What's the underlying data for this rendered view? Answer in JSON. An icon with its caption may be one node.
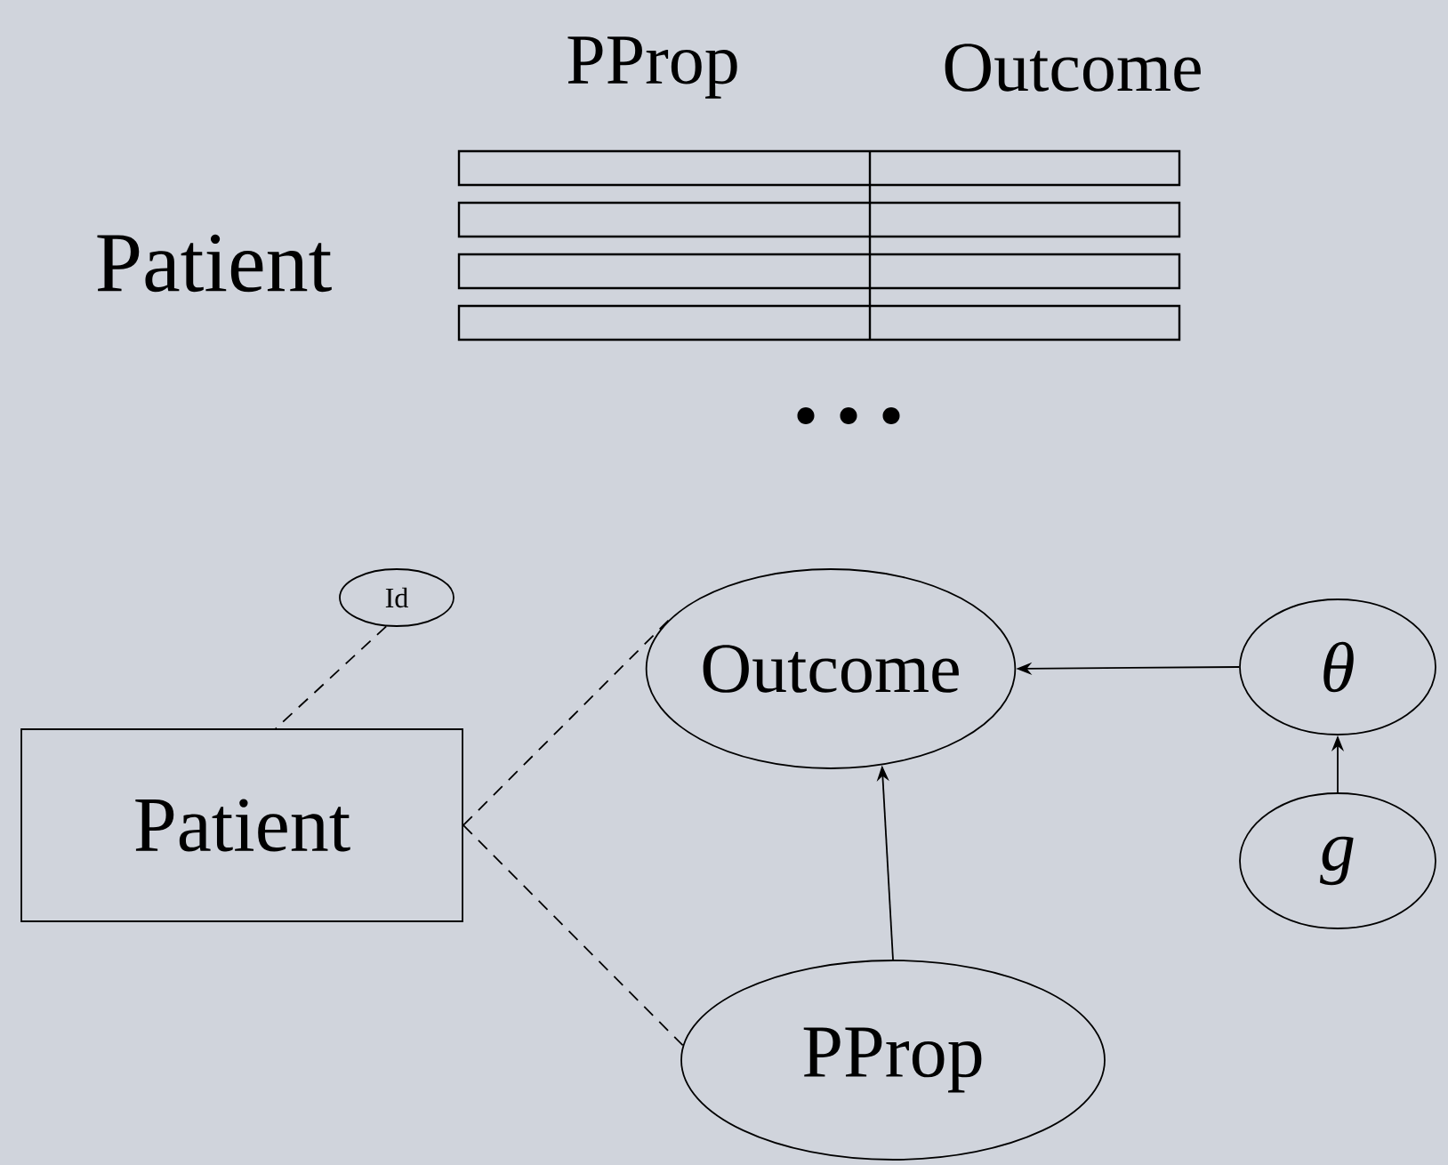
{
  "diagram": {
    "nodes": [
      {
        "text": [
          "Id"
        ]
      },
      {
        "text": [
          "Patient"
        ]
      },
      {
        "text": [
          "Outcome"
        ]
      },
      {
        "text": [
          "θ"
        ]
      },
      {
        "text": [
          "g"
        ]
      },
      {
        "text": [
          "PProp"
        ]
      }
    ],
    "edges": [
      {
        "from": 0,
        "to": 1,
        "arrow": "none",
        "style": "dashed"
      },
      {
        "from": 1,
        "to": 2,
        "arrow": "none",
        "style": "dashed"
      },
      {
        "from": 1,
        "to": 5,
        "arrow": "none",
        "style": "dashed"
      },
      {
        "from": 3,
        "to": 2,
        "arrow": "to"
      },
      {
        "from": 4,
        "to": 3,
        "arrow": "to"
      },
      {
        "from": 5,
        "to": 2,
        "arrow": "to"
      }
    ],
    "labels": [
      "PProp",
      "Outcome",
      "Patient",
      "• • •"
    ]
  }
}
